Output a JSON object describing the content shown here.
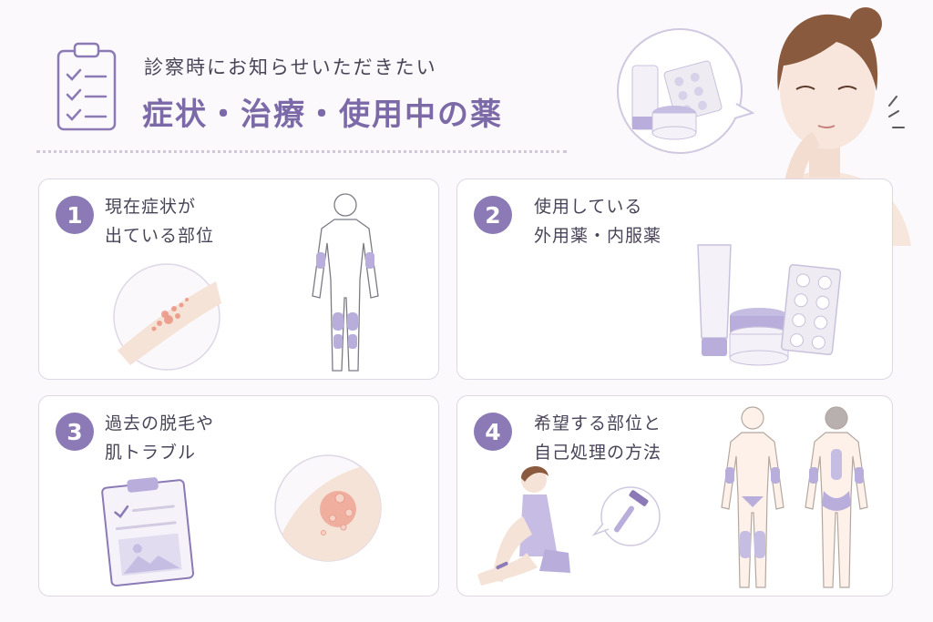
{
  "header": {
    "subtitle": "診察時にお知らせいただきたい",
    "title": "症状・治療・使用中の薬"
  },
  "cards": [
    {
      "number": "1",
      "line1": "現在症状が",
      "line2": "出ている部位"
    },
    {
      "number": "2",
      "line1": "使用している",
      "line2": "外用薬・内服薬"
    },
    {
      "number": "3",
      "line1": "過去の脱毛や",
      "line2": "肌トラブル"
    },
    {
      "number": "4",
      "line1": "希望する部位と",
      "line2": "自己処理の方法"
    }
  ],
  "colors": {
    "accent": "#8b7ab5",
    "title": "#7c6aa8",
    "highlight": "#b9aedb",
    "skin": "#f6e3d8",
    "redness": "#e9836f"
  },
  "icons": [
    "clipboard-checklist-icon",
    "medicine-bubble-icon",
    "body-outline-icon",
    "cream-tube-icon",
    "pill-blister-icon",
    "photo-clipboard-icon",
    "razor-bubble-icon"
  ]
}
